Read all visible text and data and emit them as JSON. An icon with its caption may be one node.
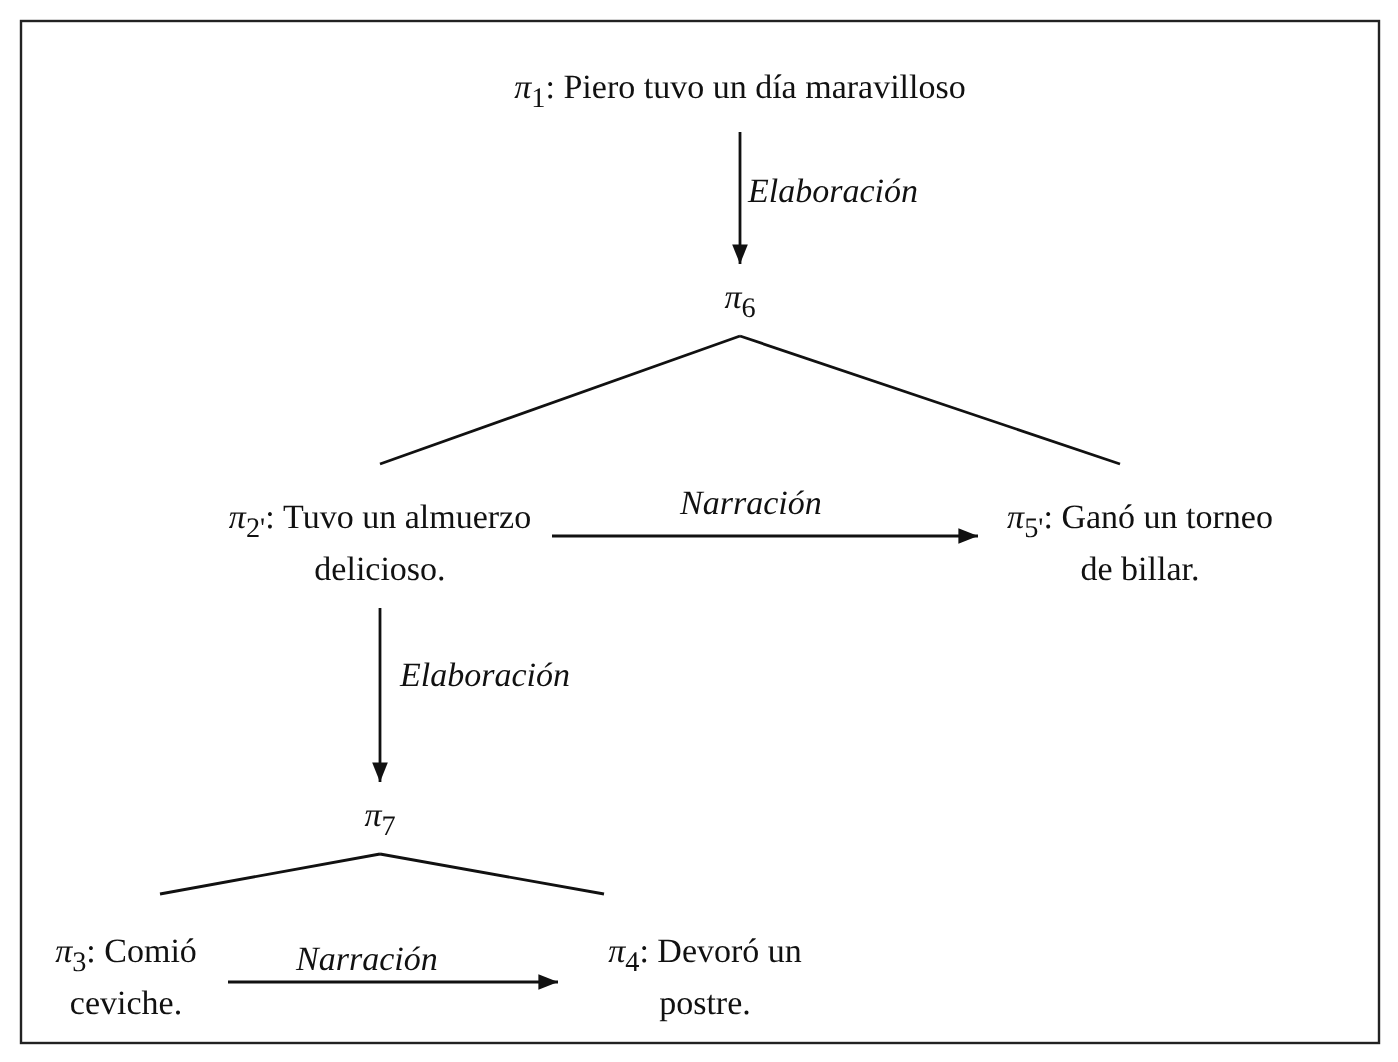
{
  "diagram": {
    "nodes": [
      {
        "text": [
          "*π*$_{1}$: Piero tuvo un día maravilloso"
        ]
      },
      {
        "text": [
          "*π*$_{6}$"
        ]
      },
      {
        "text": [
          "*π*$_{2'}$: Tuvo un almuerzo delicioso."
        ]
      },
      {
        "text": [
          "*π*$_{5'}$: Ganó un torneo de billar."
        ]
      },
      {
        "text": [
          "*π*$_{7}$"
        ]
      },
      {
        "text": [
          "*π*$_{3}$: Comió ceviche."
        ]
      },
      {
        "text": [
          "*π*$_{4}$: Devoró un postre."
        ]
      }
    ],
    "edges": [
      {
        "from": 0,
        "to": 1,
        "arrow": "to",
        "label": "Elaboración"
      },
      {
        "from": 1,
        "to": 2,
        "arrow": "none"
      },
      {
        "from": 1,
        "to": 3,
        "arrow": "none"
      },
      {
        "from": 2,
        "to": 3,
        "arrow": "to",
        "label": "Narración"
      },
      {
        "from": 2,
        "to": 4,
        "arrow": "to",
        "label": "Elaboración"
      },
      {
        "from": 4,
        "to": 5,
        "arrow": "none"
      },
      {
        "from": 4,
        "to": 6,
        "arrow": "none"
      },
      {
        "from": 5,
        "to": 6,
        "arrow": "to",
        "label": "Narración"
      }
    ]
  }
}
